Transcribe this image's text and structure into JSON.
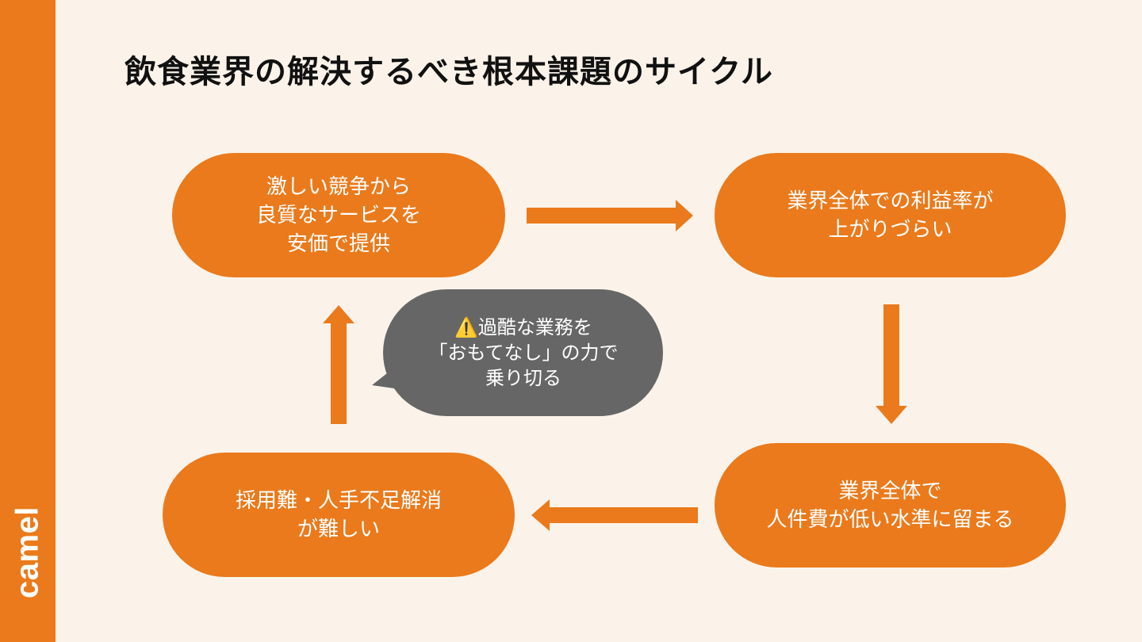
{
  "title": "飲食業界の解決するべき根本課題のサイクル",
  "brand": {
    "logo_text": "camel",
    "accent": "#ea7a1c",
    "background": "#fbf3ea",
    "callout_color": "#666666"
  },
  "cycle": {
    "nodes": [
      {
        "id": "competition",
        "label": "激しい競争から\n良質なサービスを\n安価で提供"
      },
      {
        "id": "low-profit",
        "label": "業界全体での利益率が\n上がりづらい"
      },
      {
        "id": "low-wages",
        "label": "業界全体で\n人件費が低い水準に留まる"
      },
      {
        "id": "hiring",
        "label": "採用難・人手不足解消\nが難しい"
      }
    ],
    "flow": [
      "competition → low-profit",
      "low-profit → low-wages",
      "low-wages → hiring",
      "hiring → competition"
    ],
    "callout": {
      "icon": "warning-icon",
      "label": "⚠️過酷な業務を\n「おもてなし」の力で\n乗り切る"
    }
  }
}
